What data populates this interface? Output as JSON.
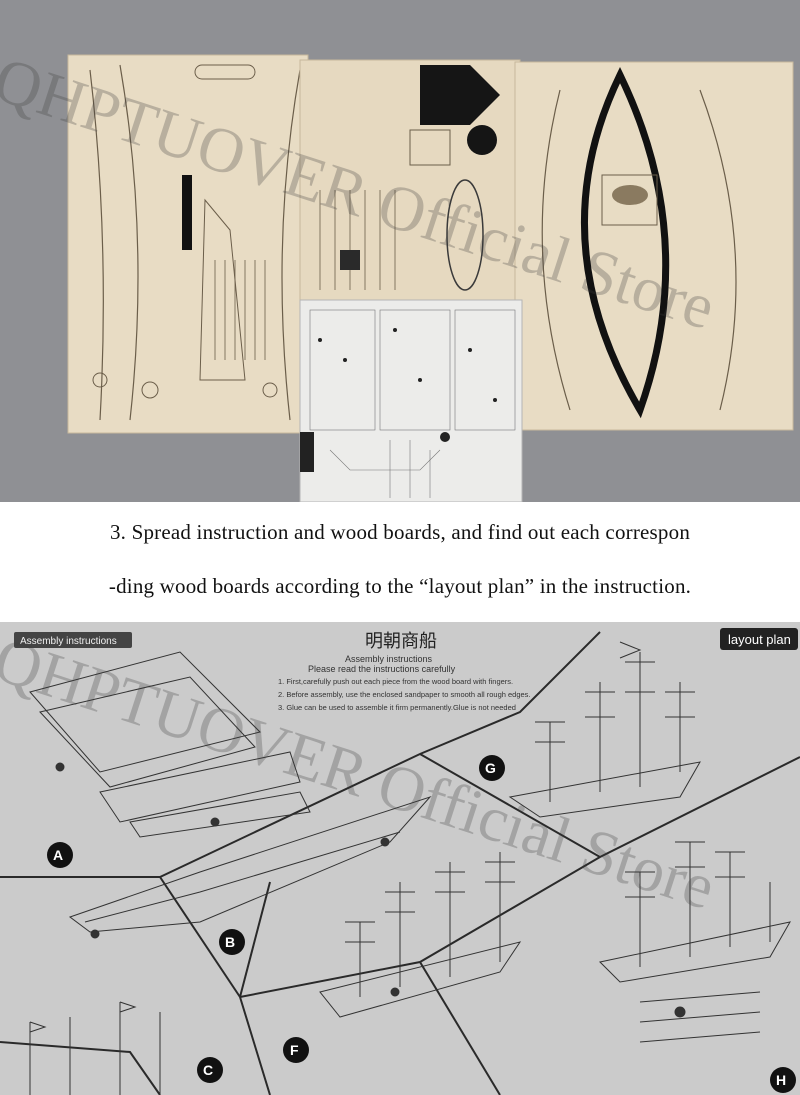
{
  "caption": {
    "line1": "3. Spread instruction and wood boards, and find out each correspon",
    "line2": "-ding wood boards according to the “layout plan” in the instruction."
  },
  "watermark": "QHPTUOVER Official Store",
  "instruction_sheet": {
    "section_label": "Assembly instructions",
    "title_cn": "明朝商船",
    "subtitle": "Assembly instructions",
    "read_note": "Please read the instructions carefully",
    "steps": [
      "1. First,carefully push out each piece from the wood board with fingers.",
      "2. Before assembly, use the enclosed sandpaper to smooth all rough edges.",
      "3. Glue can be used to assemble it firm permanently.Glue is not needed"
    ],
    "layout_plan_label": "layout plan",
    "step_markers": [
      "A",
      "B",
      "C",
      "F",
      "G",
      "H"
    ]
  },
  "colors": {
    "wood": "#e6d9c2",
    "sheet": "#cfcfcf",
    "backdrop": "#8f9094",
    "caption_text": "#111111"
  }
}
